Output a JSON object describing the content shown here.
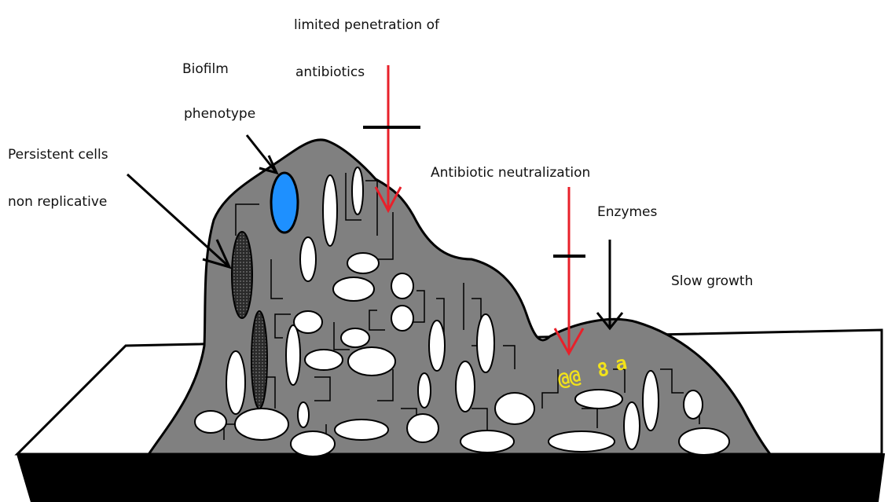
{
  "labels": {
    "persistent_line1": "Persistent cells",
    "persistent_line2": "non replicative",
    "biofilm_line1": "Biofilm",
    "biofilm_line2": "phenotype",
    "penetration_line1": "limited penetration of",
    "penetration_line2": "antibiotics",
    "neutralization": "Antibiotic neutralization",
    "enzymes": "Enzymes",
    "slow_growth": "Slow growth"
  },
  "colors": {
    "biofilm_fill": "#808080",
    "surface_top": "#ffffff",
    "surface_side": "#000000",
    "phenotype_cell": "#1e90ff",
    "antibiotic_arrow": "#e8202a",
    "enzyme_marks": "#f2e21a"
  },
  "icons": {
    "blocked_arrow": "inhibition-bar-arrow",
    "pointer": "black-arrow"
  }
}
